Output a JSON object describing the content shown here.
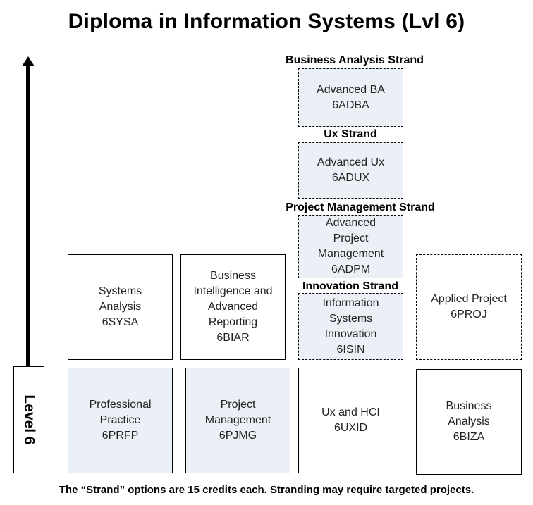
{
  "title": "Diploma in Information Systems (Lvl 6)",
  "level_label": "Level 6",
  "strands": {
    "business_analysis": "Business Analysis Strand",
    "ux": "Ux Strand",
    "project_management": "Project Management Strand",
    "innovation": "Innovation Strand"
  },
  "modules": {
    "advanced_ba": [
      "Advanced BA",
      "6ADBA"
    ],
    "advanced_ux": [
      "Advanced Ux",
      "6ADUX"
    ],
    "advanced_pm": [
      "Advanced",
      "Project",
      "Management",
      "6ADPM"
    ],
    "is_innovation": [
      "Information",
      "Systems",
      "Innovation",
      "6ISIN"
    ],
    "systems_analysis": [
      "Systems",
      "Analysis",
      "6SYSA"
    ],
    "bi_reporting": [
      "Business",
      "Intelligence and",
      "Advanced",
      "Reporting",
      "6BIAR"
    ],
    "applied_project": [
      "Applied Project",
      "6PROJ"
    ],
    "professional_practice": [
      "Professional",
      "Practice",
      "6PRFP"
    ],
    "project_management": [
      "Project",
      "Management",
      "6PJMG"
    ],
    "ux_hci": [
      "Ux and HCI",
      "6UXID"
    ],
    "business_analysis": [
      "Business",
      "Analysis",
      "6BIZA"
    ]
  },
  "footnote": "The “Strand” options are 15 credits each. Stranding may require targeted projects."
}
